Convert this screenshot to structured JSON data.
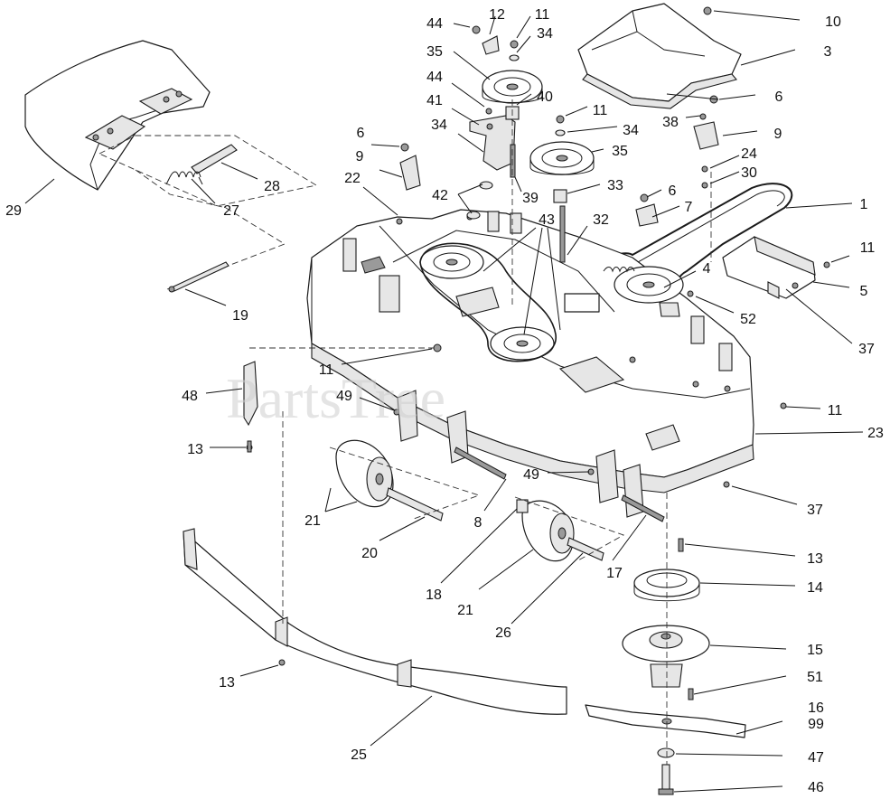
{
  "watermark": "PartsTree",
  "callouts": [
    {
      "id": "c44a",
      "text": "44"
    },
    {
      "id": "c12",
      "text": "12"
    },
    {
      "id": "c11a",
      "text": "11"
    },
    {
      "id": "c10",
      "text": "10"
    },
    {
      "id": "c35a",
      "text": "35"
    },
    {
      "id": "c34a",
      "text": "34"
    },
    {
      "id": "c3",
      "text": "3"
    },
    {
      "id": "c44b",
      "text": "44"
    },
    {
      "id": "c41",
      "text": "41"
    },
    {
      "id": "c40",
      "text": "40"
    },
    {
      "id": "c11b",
      "text": "11"
    },
    {
      "id": "c6a",
      "text": "6"
    },
    {
      "id": "c38",
      "text": "38"
    },
    {
      "id": "c34b",
      "text": "34"
    },
    {
      "id": "c34c",
      "text": "34"
    },
    {
      "id": "c35b",
      "text": "35"
    },
    {
      "id": "c6b",
      "text": "6"
    },
    {
      "id": "c9a",
      "text": "9"
    },
    {
      "id": "c9b",
      "text": "9"
    },
    {
      "id": "c24",
      "text": "24"
    },
    {
      "id": "c30",
      "text": "30"
    },
    {
      "id": "c22",
      "text": "22"
    },
    {
      "id": "c28",
      "text": "28"
    },
    {
      "id": "c42",
      "text": "42"
    },
    {
      "id": "c39",
      "text": "39"
    },
    {
      "id": "c33",
      "text": "33"
    },
    {
      "id": "c6c",
      "text": "6"
    },
    {
      "id": "c7",
      "text": "7"
    },
    {
      "id": "c1",
      "text": "1"
    },
    {
      "id": "c29",
      "text": "29"
    },
    {
      "id": "c27",
      "text": "27"
    },
    {
      "id": "c43",
      "text": "43"
    },
    {
      "id": "c32",
      "text": "32"
    },
    {
      "id": "c11c",
      "text": "11"
    },
    {
      "id": "c4",
      "text": "4"
    },
    {
      "id": "c5",
      "text": "5"
    },
    {
      "id": "c19",
      "text": "19"
    },
    {
      "id": "c52",
      "text": "52"
    },
    {
      "id": "c37a",
      "text": "37"
    },
    {
      "id": "c11d",
      "text": "11"
    },
    {
      "id": "c48",
      "text": "48"
    },
    {
      "id": "c49a",
      "text": "49"
    },
    {
      "id": "c11e",
      "text": "11"
    },
    {
      "id": "c23",
      "text": "23"
    },
    {
      "id": "c13a",
      "text": "13"
    },
    {
      "id": "c49b",
      "text": "49"
    },
    {
      "id": "c37b",
      "text": "37"
    },
    {
      "id": "c21a",
      "text": "21"
    },
    {
      "id": "c8",
      "text": "8"
    },
    {
      "id": "c20",
      "text": "20"
    },
    {
      "id": "c13b",
      "text": "13"
    },
    {
      "id": "c17",
      "text": "17"
    },
    {
      "id": "c14",
      "text": "14"
    },
    {
      "id": "c18",
      "text": "18"
    },
    {
      "id": "c21b",
      "text": "21"
    },
    {
      "id": "c26",
      "text": "26"
    },
    {
      "id": "c15",
      "text": "15"
    },
    {
      "id": "c13c",
      "text": "13"
    },
    {
      "id": "c51",
      "text": "51"
    },
    {
      "id": "c16",
      "text": "16"
    },
    {
      "id": "c99",
      "text": "99"
    },
    {
      "id": "c25",
      "text": "25"
    },
    {
      "id": "c47",
      "text": "47"
    },
    {
      "id": "c46",
      "text": "46"
    }
  ]
}
